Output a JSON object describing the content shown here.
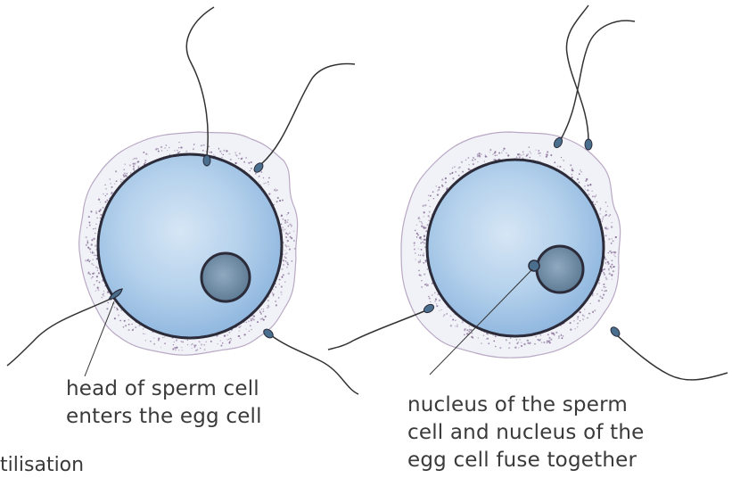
{
  "figure": {
    "title_partial": "Fertilisation"
  },
  "left_panel": {
    "caption_lines": [
      "head of sperm cell",
      "enters the egg cell"
    ]
  },
  "right_panel": {
    "caption_lines": [
      "nucleus of the sperm",
      "cell and nucleus of the",
      "egg cell fuse together"
    ]
  },
  "colors": {
    "cytoplasm": "#a9c9e8",
    "cytoplasm_highlight": "#d6e6f5",
    "jelly_coat": "#eef0f6",
    "jelly_dots": "#7a5e8c",
    "outline": "#2b2b3a",
    "nucleus": "#6f8ea8",
    "sperm_tail": "#333333"
  },
  "icons": [
    "egg-cell",
    "sperm-cell",
    "egg-nucleus",
    "sperm-nucleus"
  ]
}
